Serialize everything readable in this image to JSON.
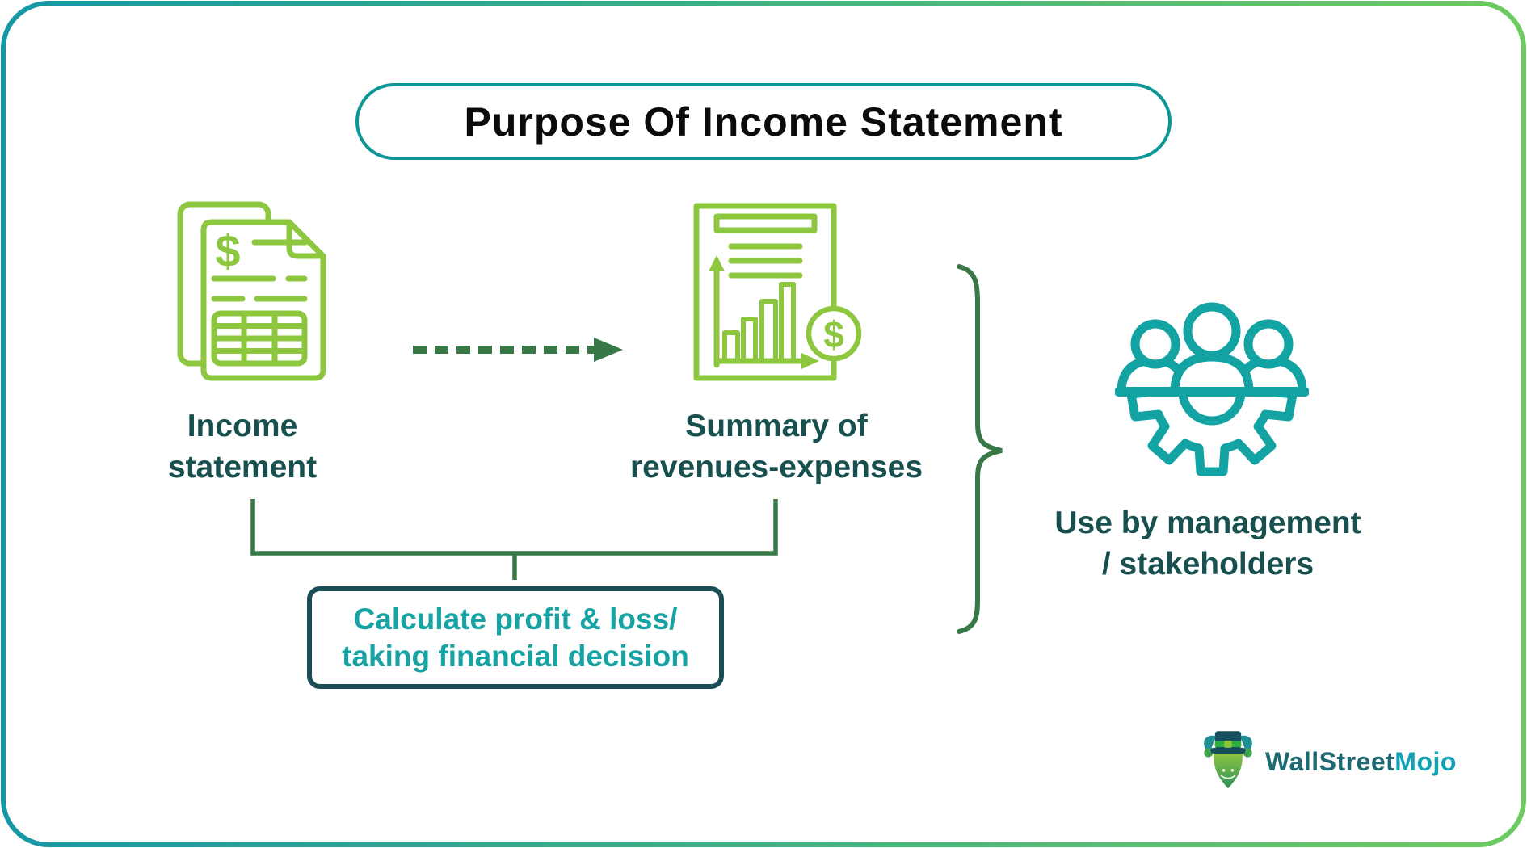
{
  "page": {
    "background": "#FFFFFF",
    "border_gradient_start": "#1697A6",
    "border_gradient_end": "#6CCB5F"
  },
  "header": {
    "title": "Purpose Of Income Statement",
    "border_color": "#0D9696",
    "text_color": "#0B0B0B"
  },
  "flow": {
    "source": {
      "label": "Income\nstatement",
      "icon": "income-statement-pages-icon",
      "icon_color": "#8DC63F"
    },
    "arrow": {
      "type": "dashed-right-arrow",
      "color": "#377846"
    },
    "target": {
      "label": "Summary of\nrevenues-expenses",
      "icon": "financial-report-chart-dollar-icon",
      "icon_color": "#8DC63F"
    },
    "bracket_color": "#377846",
    "result_box": {
      "text": "Calculate profit & loss/\ntaking financial decision",
      "text_color": "#17A3A3",
      "border_color": "#1A4D56"
    },
    "brace_color": "#377846",
    "outcome": {
      "label": "Use by management\n/ stakeholders",
      "icon": "management-stakeholders-gear-icon",
      "icon_color": "#14A3A3"
    }
  },
  "branding": {
    "logo_icon": "wallstreetmojo-bull-icon",
    "name_primary": "WallStreet",
    "name_accent": "Mojo",
    "primary_color": "#1D6A73",
    "accent_color": "#10A3B5"
  },
  "label_color": "#17504E"
}
